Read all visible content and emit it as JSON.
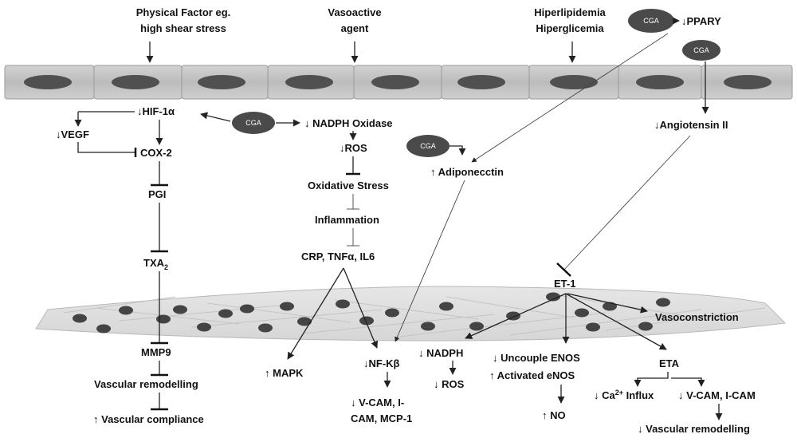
{
  "top_inputs": {
    "physical_line1": "Physical Factor eg.",
    "physical_line2": "high shear stress",
    "vasoactive_line1": "Vasoactive",
    "vasoactive_line2": "agent",
    "hyperlipidemia": "Hiperlipidemia",
    "hyperglicemia": "Hiperglicemia",
    "ppary": "↓PPARY"
  },
  "cga_label": "CGA",
  "left_pathway": {
    "hif": "↓HIF-1α",
    "vegf": "↓VEGF",
    "cox2": "COX-2",
    "pgi": "PGI",
    "txa_base": "TXA",
    "txa_sub": "2",
    "mmp9": "MMP9",
    "remodelling": "Vascular remodelling",
    "compliance": "↑ Vascular compliance"
  },
  "middle_pathway": {
    "nadph_oxidase": "↓ NADPH Oxidase",
    "ros": "↓ROS",
    "oxidative_stress": "Oxidative Stress",
    "inflammation": "Inflammation",
    "cytokines": "CRP, TNFα, IL6",
    "mapk": "↑ MAPK",
    "nfkb": "↓NF-Kβ",
    "vcam_line1": "↓ V-CAM, I-",
    "vcam_line2": "CAM, MCP-1",
    "nadph": "↓ NADPH",
    "ros2": "↓ ROS"
  },
  "right_pathway": {
    "adiponectin": "↑ Adiponecctin",
    "angiotensin": "↓Angiotensin II",
    "et1": "ET-1",
    "vasoconstriction": "Vasoconstriction",
    "uncouple": "↓ Uncouple ENOS",
    "activated": "↑ Activated eNOS",
    "no": "↑ NO",
    "eta": "ETA",
    "ca_pre": "↓ Ca",
    "ca_sup": "2+",
    "ca_post": " Influx",
    "vcam_icam": "↓ V-CAM, I-CAM",
    "vasc_remodel": "↓ Vascular remodelling"
  }
}
